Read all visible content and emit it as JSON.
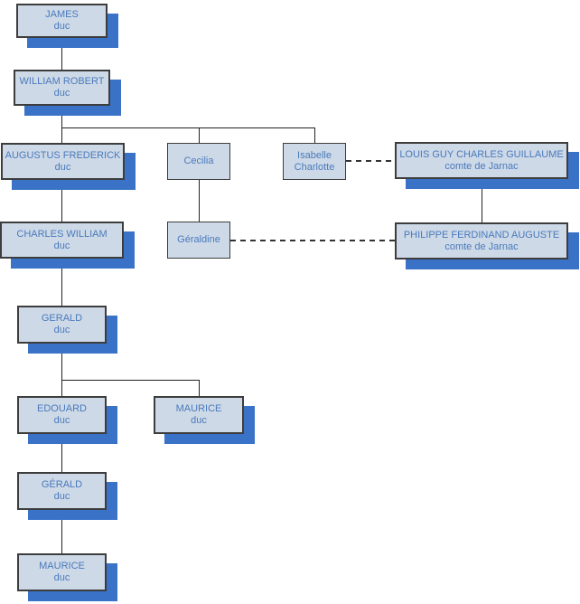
{
  "diagram_type": "genealogy-tree",
  "colors": {
    "box_fill": "#cdd9e7",
    "box_border": "#3d3d3d",
    "shadow_blue": "#3a72c8",
    "text_blue": "#4a7abc",
    "connector": "#222222",
    "background": "#ffffff"
  },
  "nodes": {
    "james": {
      "name": "JAMES",
      "title": "duc"
    },
    "william_robert": {
      "name": "WILLIAM ROBERT",
      "title": "duc"
    },
    "augustus_frederick": {
      "name": "AUGUSTUS FREDERICK",
      "title": "duc"
    },
    "cecilia": {
      "name": "Cecilia"
    },
    "isabelle_charlotte": {
      "name": "Isabelle Charlotte"
    },
    "louis_guy_charles_guillaume": {
      "name": "LOUIS GUY CHARLES GUILLAUME",
      "title": "comte de Jarnac"
    },
    "charles_william": {
      "name": "CHARLES WILLIAM",
      "title": "duc"
    },
    "geraldine": {
      "name": "Géraldine"
    },
    "philippe_ferdinand_auguste": {
      "name": "PHILIPPE FERDINAND AUGUSTE",
      "title": "comte de Jarnac"
    },
    "gerald": {
      "name": "GERALD",
      "title": "duc"
    },
    "edouard": {
      "name": "EDOUARD",
      "title": "duc"
    },
    "maurice": {
      "name": "MAURICE",
      "title": "duc"
    },
    "gerald_jr": {
      "name": "GÉRALD",
      "title": "duc"
    },
    "maurice_jr": {
      "name": "MAURICE",
      "title": "duc"
    }
  },
  "edges": [
    {
      "from": "james",
      "to": "william_robert",
      "style": "solid"
    },
    {
      "from": "william_robert",
      "to": "augustus_frederick",
      "style": "solid"
    },
    {
      "from": "william_robert",
      "to": "cecilia",
      "style": "solid"
    },
    {
      "from": "william_robert",
      "to": "isabelle_charlotte",
      "style": "solid"
    },
    {
      "from": "isabelle_charlotte",
      "to": "louis_guy_charles_guillaume",
      "style": "dashed"
    },
    {
      "from": "augustus_frederick",
      "to": "charles_william",
      "style": "solid"
    },
    {
      "from": "cecilia",
      "to": "geraldine",
      "style": "solid"
    },
    {
      "from": "louis_guy_charles_guillaume",
      "to": "philippe_ferdinand_auguste",
      "style": "solid"
    },
    {
      "from": "geraldine",
      "to": "philippe_ferdinand_auguste",
      "style": "dashed"
    },
    {
      "from": "charles_william",
      "to": "gerald",
      "style": "solid"
    },
    {
      "from": "gerald",
      "to": "edouard",
      "style": "solid"
    },
    {
      "from": "gerald",
      "to": "maurice",
      "style": "solid"
    },
    {
      "from": "edouard",
      "to": "gerald_jr",
      "style": "solid"
    },
    {
      "from": "gerald_jr",
      "to": "maurice_jr",
      "style": "solid"
    }
  ]
}
